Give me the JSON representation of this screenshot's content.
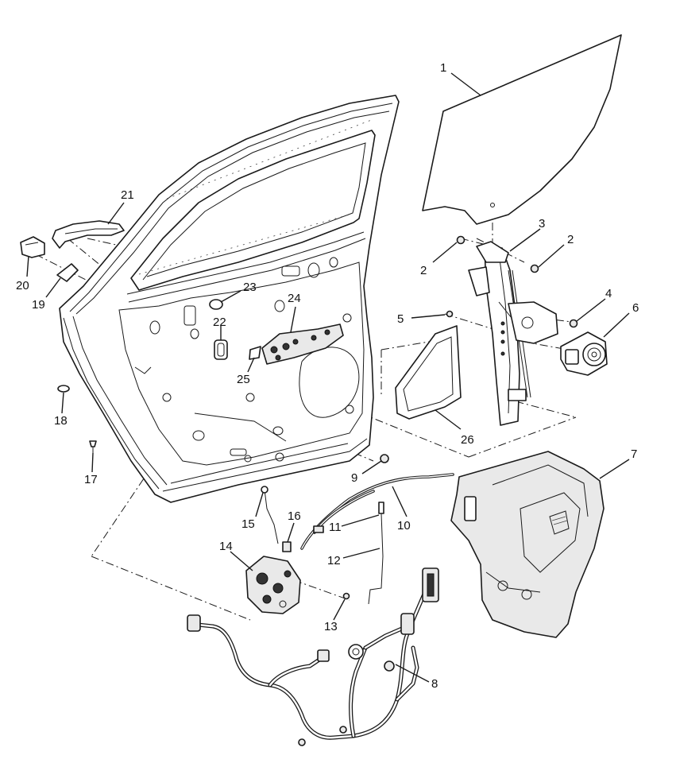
{
  "callouts": [
    {
      "id": "c1",
      "text": "1"
    },
    {
      "id": "c2a",
      "text": "2"
    },
    {
      "id": "c2b",
      "text": "2"
    },
    {
      "id": "c3",
      "text": "3"
    },
    {
      "id": "c4",
      "text": "4"
    },
    {
      "id": "c5",
      "text": "5"
    },
    {
      "id": "c6",
      "text": "6"
    },
    {
      "id": "c7",
      "text": "7"
    },
    {
      "id": "c8",
      "text": "8"
    },
    {
      "id": "c9",
      "text": "9"
    },
    {
      "id": "c10",
      "text": "10"
    },
    {
      "id": "c11",
      "text": "11"
    },
    {
      "id": "c12",
      "text": "12"
    },
    {
      "id": "c13",
      "text": "13"
    },
    {
      "id": "c14",
      "text": "14"
    },
    {
      "id": "c15",
      "text": "15"
    },
    {
      "id": "c16",
      "text": "16"
    },
    {
      "id": "c17",
      "text": "17"
    },
    {
      "id": "c18",
      "text": "18"
    },
    {
      "id": "c19",
      "text": "19"
    },
    {
      "id": "c20",
      "text": "20"
    },
    {
      "id": "c21",
      "text": "21"
    },
    {
      "id": "c22",
      "text": "22"
    },
    {
      "id": "c23",
      "text": "23"
    },
    {
      "id": "c24",
      "text": "24"
    },
    {
      "id": "c25",
      "text": "25"
    },
    {
      "id": "c26",
      "text": "26"
    }
  ]
}
